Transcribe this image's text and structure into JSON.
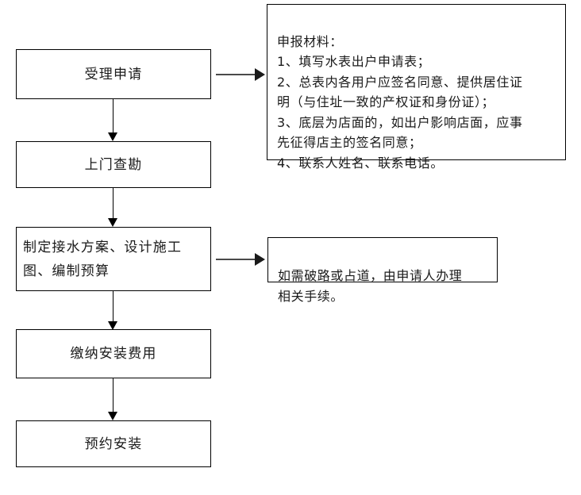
{
  "diagram": {
    "title": "水表出户办理流程图",
    "colors": {
      "box_border": "#000000",
      "text": "#1a1a1a",
      "arrow": "#1a1a1a",
      "background": "#ffffff"
    },
    "nodes": [
      {
        "id": "node-1",
        "label": "受理申请"
      },
      {
        "id": "node-2",
        "label": "上门查勘"
      },
      {
        "id": "node-3",
        "label": "制定接水方案、设计施工\n图、编制预算"
      },
      {
        "id": "node-4",
        "label": "缴纳安装费用"
      },
      {
        "id": "node-5",
        "label": "预约安装"
      }
    ],
    "notes": [
      {
        "id": "note-1",
        "lines": [
          "申报材料：",
          "1、填写水表出户申请表；",
          "2、总表内各用户应签名同意、提供居住证",
          "      明（与住址一致的产权证和身份证）；",
          "3、底层为店面的，如出户影响店面，应事",
          "      先征得店主的签名同意；",
          "4、联系人姓名、联系电话。"
        ],
        "text": "申报材料：\n1、填写水表出户申请表；\n2、总表内各用户应签名同意、提供居住证\n      明（与住址一致的产权证和身份证）；\n3、底层为店面的，如出户影响店面，应事\n      先征得店主的签名同意；\n4、联系人姓名、联系电话。"
      },
      {
        "id": "note-2",
        "lines": [
          "如需破路或占道，由申请人办理",
          "相关手续。"
        ],
        "text": "如需破路或占道，由申请人办理\n相关手续。"
      }
    ],
    "connectors": [
      {
        "id": "conn-node1-node2",
        "from": "node-1",
        "to": "node-2",
        "direction": "down"
      },
      {
        "id": "conn-node2-node3",
        "from": "node-2",
        "to": "node-3",
        "direction": "down"
      },
      {
        "id": "conn-node3-node4",
        "from": "node-3",
        "to": "node-4",
        "direction": "down"
      },
      {
        "id": "conn-node4-node5",
        "from": "node-4",
        "to": "node-5",
        "direction": "down"
      },
      {
        "id": "conn-node1-note1",
        "from": "node-1",
        "to": "note-1",
        "direction": "right"
      },
      {
        "id": "conn-node3-note2",
        "from": "node-3",
        "to": "note-2",
        "direction": "right"
      }
    ]
  }
}
